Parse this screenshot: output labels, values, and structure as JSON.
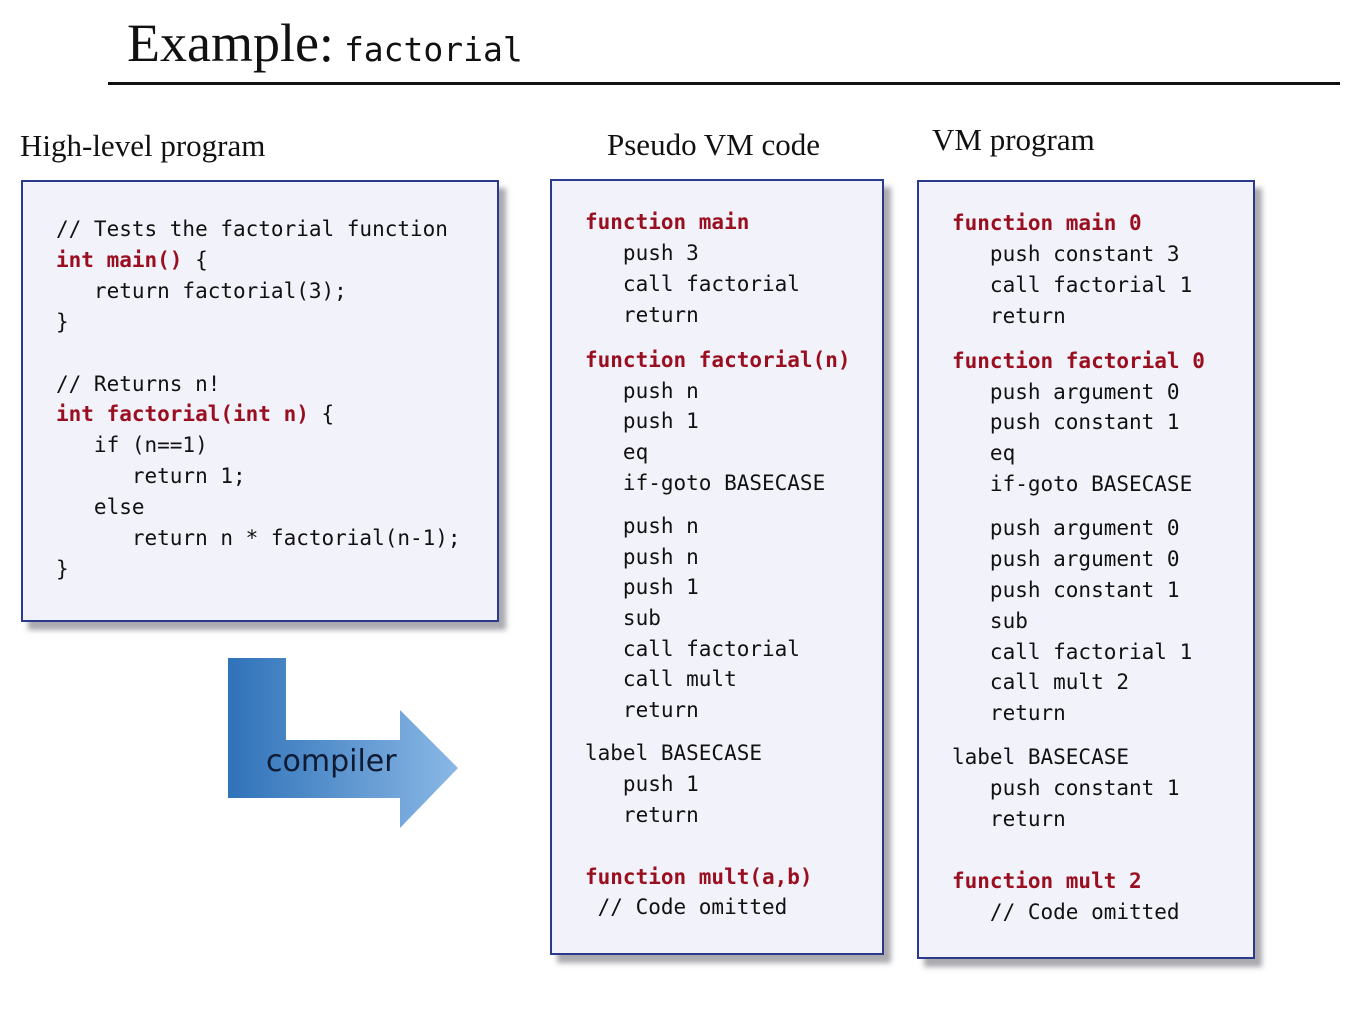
{
  "title": {
    "word": "Example:",
    "code": "factorial"
  },
  "headers": {
    "high_level": "High-level program",
    "pseudo_vm": "Pseudo VM code",
    "vm_program": "VM program"
  },
  "arrow": {
    "label": "compiler",
    "icon": "bent-arrow-icon",
    "color_start": "#2f72b8",
    "color_end": "#8ab8e6"
  },
  "colors": {
    "keyword": "#9a0f1f",
    "panel_bg": "#f2f2fa",
    "panel_border": "#2b3a8c"
  },
  "high_level_code": [
    {
      "plain": "// Tests the factorial function"
    },
    {
      "kw": "int main()",
      "plain": " {"
    },
    {
      "plain": "   return factorial(3);"
    },
    {
      "plain": "}"
    },
    {
      "plain": ""
    },
    {
      "plain": "// Returns n!"
    },
    {
      "kw": "int factorial(int n)",
      "plain": " {"
    },
    {
      "plain": "   if (n==1)"
    },
    {
      "plain": "      return 1;"
    },
    {
      "plain": "   else"
    },
    {
      "plain": "      return n * factorial(n-1);"
    },
    {
      "plain": "}"
    }
  ],
  "pseudo_vm_code": [
    {
      "kw": "function main"
    },
    {
      "plain": "   push 3"
    },
    {
      "plain": "   call factorial"
    },
    {
      "plain": "   return"
    },
    {
      "kw": "function factorial(n)"
    },
    {
      "plain": "   push n"
    },
    {
      "plain": "   push 1"
    },
    {
      "plain": "   eq"
    },
    {
      "plain": "   if-goto BASECASE"
    },
    {
      "plain": "   push n"
    },
    {
      "plain": "   push n"
    },
    {
      "plain": "   push 1"
    },
    {
      "plain": "   sub"
    },
    {
      "plain": "   call factorial"
    },
    {
      "plain": "   call mult"
    },
    {
      "plain": "   return"
    },
    {
      "plain": "label BASECASE"
    },
    {
      "plain": "   push 1"
    },
    {
      "plain": "   return"
    },
    {
      "kw": "function mult(a,b)"
    },
    {
      "plain": " // Code omitted"
    }
  ],
  "vm_program_code": [
    {
      "kw": "function main 0"
    },
    {
      "plain": "   push constant 3"
    },
    {
      "plain": "   call factorial 1"
    },
    {
      "plain": "   return"
    },
    {
      "kw": "function factorial 0"
    },
    {
      "plain": "   push argument 0"
    },
    {
      "plain": "   push constant 1"
    },
    {
      "plain": "   eq"
    },
    {
      "plain": "   if-goto BASECASE"
    },
    {
      "plain": "   push argument 0"
    },
    {
      "plain": "   push argument 0"
    },
    {
      "plain": "   push constant 1"
    },
    {
      "plain": "   sub"
    },
    {
      "plain": "   call factorial 1"
    },
    {
      "plain": "   call mult 2"
    },
    {
      "plain": "   return"
    },
    {
      "plain": "label BASECASE"
    },
    {
      "plain": "   push constant 1"
    },
    {
      "plain": "   return"
    },
    {
      "kw": "function mult 2"
    },
    {
      "plain": "   // Code omitted"
    }
  ]
}
